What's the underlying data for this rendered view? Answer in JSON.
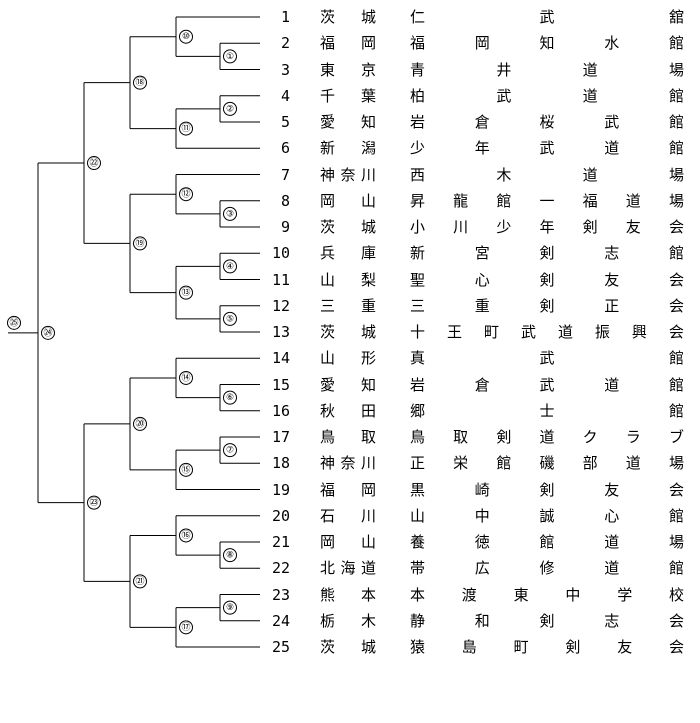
{
  "teams": [
    {
      "seed": "1",
      "prefecture": "茨城",
      "club": "仁武舘"
    },
    {
      "seed": "2",
      "prefecture": "福岡",
      "club": "福岡知水館"
    },
    {
      "seed": "3",
      "prefecture": "東京",
      "club": "青井道場"
    },
    {
      "seed": "4",
      "prefecture": "千葉",
      "club": "柏武道館"
    },
    {
      "seed": "5",
      "prefecture": "愛知",
      "club": "岩倉桜武館"
    },
    {
      "seed": "6",
      "prefecture": "新潟",
      "club": "少年武道館"
    },
    {
      "seed": "7",
      "prefecture": "神奈川",
      "club": "西木道場"
    },
    {
      "seed": "8",
      "prefecture": "岡山",
      "club": "昇龍館一福道場"
    },
    {
      "seed": "9",
      "prefecture": "茨城",
      "club": "小川少年剣友会"
    },
    {
      "seed": "10",
      "prefecture": "兵庫",
      "club": "新宮剣志館"
    },
    {
      "seed": "11",
      "prefecture": "山梨",
      "club": "聖心剣友会"
    },
    {
      "seed": "12",
      "prefecture": "三重",
      "club": "三重剣正会"
    },
    {
      "seed": "13",
      "prefecture": "茨城",
      "club": "十王町武道振興会"
    },
    {
      "seed": "14",
      "prefecture": "山形",
      "club": "真武館"
    },
    {
      "seed": "15",
      "prefecture": "愛知",
      "club": "岩倉武道館"
    },
    {
      "seed": "16",
      "prefecture": "秋田",
      "club": "郷士館"
    },
    {
      "seed": "17",
      "prefecture": "鳥取",
      "club": "鳥取剣道クラブ"
    },
    {
      "seed": "18",
      "prefecture": "神奈川",
      "club": "正栄館磯部道場"
    },
    {
      "seed": "19",
      "prefecture": "福岡",
      "club": "黒崎剣友会"
    },
    {
      "seed": "20",
      "prefecture": "石川",
      "club": "山中誠心館"
    },
    {
      "seed": "21",
      "prefecture": "岡山",
      "club": "養徳館道場"
    },
    {
      "seed": "22",
      "prefecture": "北海道",
      "club": "帯広修道館"
    },
    {
      "seed": "23",
      "prefecture": "熊本",
      "club": "本渡東中学校"
    },
    {
      "seed": "24",
      "prefecture": "栃木",
      "club": "静和剣志会"
    },
    {
      "seed": "25",
      "prefecture": "茨城",
      "club": "猿島町剣友会"
    }
  ],
  "matches": [
    {
      "label": "①",
      "a": "t2",
      "b": "t3"
    },
    {
      "label": "②",
      "a": "t4",
      "b": "t5"
    },
    {
      "label": "③",
      "a": "t8",
      "b": "t9"
    },
    {
      "label": "④",
      "a": "t10",
      "b": "t11"
    },
    {
      "label": "⑤",
      "a": "t12",
      "b": "t13"
    },
    {
      "label": "⑥",
      "a": "t15",
      "b": "t16"
    },
    {
      "label": "⑦",
      "a": "t17",
      "b": "t18"
    },
    {
      "label": "⑧",
      "a": "t21",
      "b": "t22"
    },
    {
      "label": "⑨",
      "a": "t23",
      "b": "t24"
    },
    {
      "label": "⑩",
      "a": "t1",
      "b": "m1"
    },
    {
      "label": "⑪",
      "a": "m2",
      "b": "t6"
    },
    {
      "label": "⑫",
      "a": "t7",
      "b": "m3"
    },
    {
      "label": "⑬",
      "a": "m4",
      "b": "m5"
    },
    {
      "label": "⑭",
      "a": "t14",
      "b": "m6"
    },
    {
      "label": "⑮",
      "a": "m7",
      "b": "t19"
    },
    {
      "label": "⑯",
      "a": "t20",
      "b": "m8"
    },
    {
      "label": "⑰",
      "a": "m9",
      "b": "t25"
    },
    {
      "label": "⑱",
      "a": "m10",
      "b": "m11"
    },
    {
      "label": "⑲",
      "a": "m12",
      "b": "m13"
    },
    {
      "label": "⑳",
      "a": "m14",
      "b": "m15"
    },
    {
      "label": "㉑",
      "a": "m16",
      "b": "m17"
    },
    {
      "label": "㉒",
      "a": "m18",
      "b": "m19"
    },
    {
      "label": "㉓",
      "a": "m20",
      "b": "m21"
    },
    {
      "label": "㉔",
      "a": "m22",
      "b": "m23"
    },
    {
      "label": "㉕",
      "a": "m24",
      "b": ""
    }
  ]
}
